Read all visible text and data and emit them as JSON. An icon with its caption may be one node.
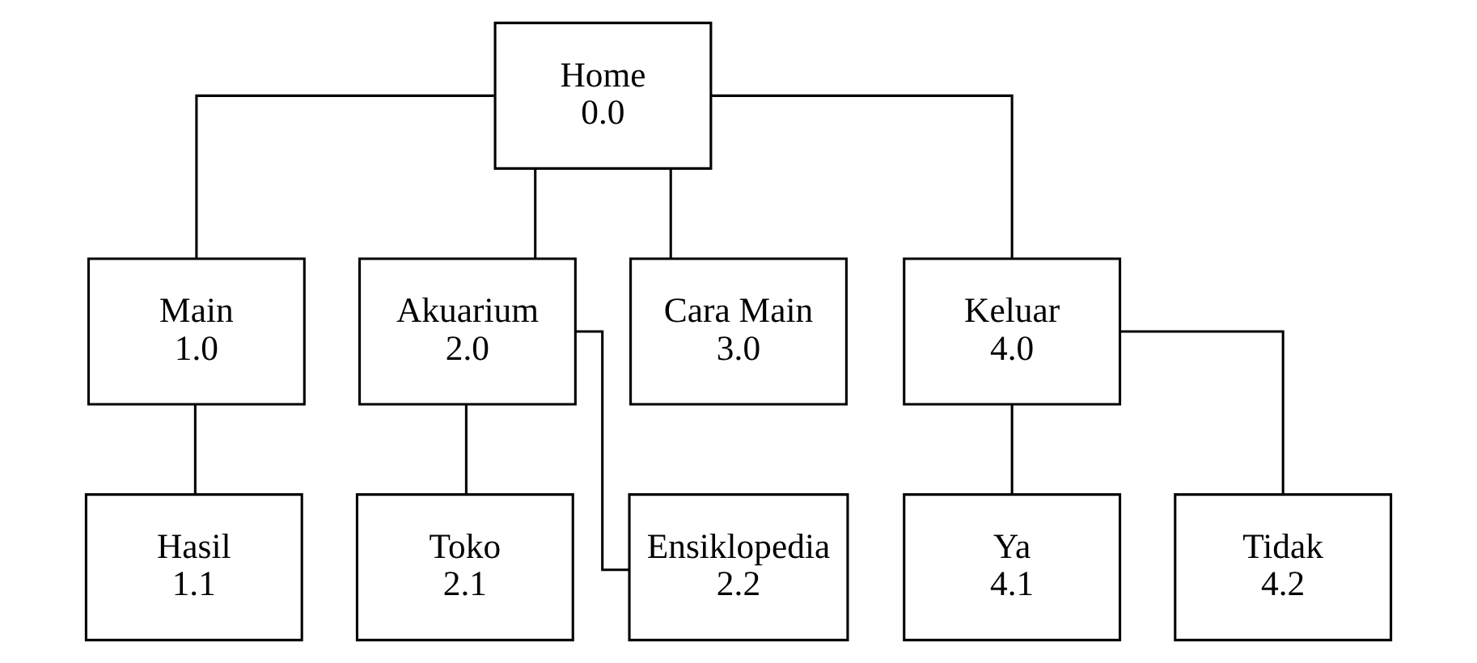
{
  "diagram": {
    "nodes": [
      {
        "text": [
          "Home",
          "0.0"
        ]
      },
      {
        "text": [
          "Main",
          "1.0"
        ]
      },
      {
        "text": [
          "Akuarium",
          "2.0"
        ]
      },
      {
        "text": [
          "Cara Main",
          "3.0"
        ]
      },
      {
        "text": [
          "Keluar",
          "4.0"
        ]
      },
      {
        "text": [
          "Hasil",
          "1.1"
        ]
      },
      {
        "text": [
          "Toko",
          "2.1"
        ]
      },
      {
        "text": [
          "Ensiklopedia",
          "2.2"
        ]
      },
      {
        "text": [
          "Ya",
          "4.1"
        ]
      },
      {
        "text": [
          "Tidak",
          "4.2"
        ]
      }
    ],
    "edges": [
      {
        "from": 0,
        "to": 1,
        "arrow": "none"
      },
      {
        "from": 0,
        "to": 2,
        "arrow": "none"
      },
      {
        "from": 0,
        "to": 3,
        "arrow": "none"
      },
      {
        "from": 0,
        "to": 4,
        "arrow": "none"
      },
      {
        "from": 1,
        "to": 5,
        "arrow": "none"
      },
      {
        "from": 2,
        "to": 6,
        "arrow": "none"
      },
      {
        "from": 2,
        "to": 7,
        "arrow": "none"
      },
      {
        "from": 4,
        "to": 8,
        "arrow": "none"
      },
      {
        "from": 4,
        "to": 9,
        "arrow": "none"
      }
    ]
  }
}
